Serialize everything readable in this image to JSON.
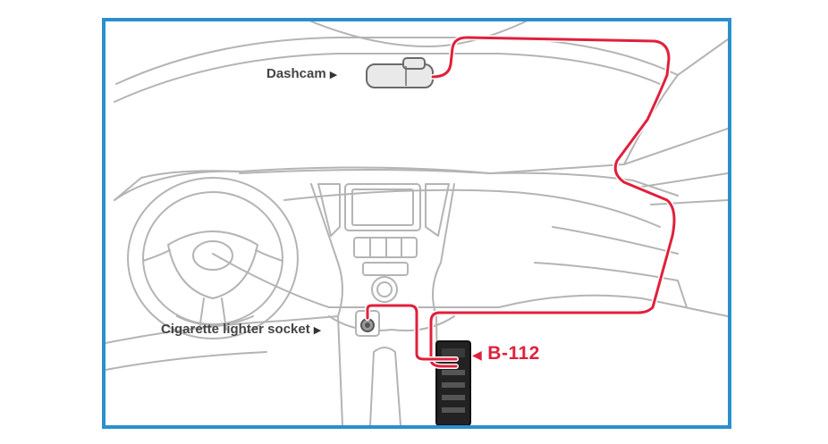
{
  "labels": {
    "dashcam": "Dashcam",
    "socket": "Cigarette lighter socket",
    "product": "B-112"
  },
  "colors": {
    "frame_border": "#2b8fce",
    "cable": "#e0203c",
    "line_art": "#b4b4b4",
    "label_text": "#444444"
  },
  "icons": {
    "pointer_right": "triangle-right",
    "pointer_left": "triangle-left"
  }
}
